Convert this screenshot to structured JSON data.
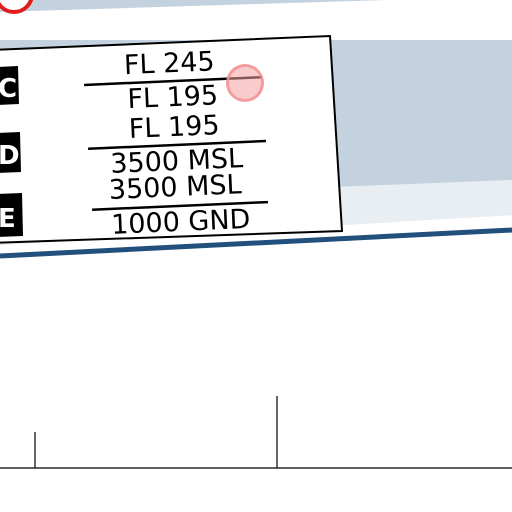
{
  "colors": {
    "band_fill": "#c4d2df",
    "band_light": "#e9eef3",
    "band_border": "#234f7c",
    "frame_fill": "#ffffff",
    "badge_fill": "#000000",
    "selection_ring": "#e01c1c",
    "cursor_ring": "#f3a5a5"
  },
  "airspace_classes": [
    {
      "class": "C",
      "upper_limit": "FL 245",
      "lower_limit": "FL 195"
    },
    {
      "class": "D",
      "upper_limit": "FL 195",
      "lower_limit": "3500 MSL"
    },
    {
      "class": "E",
      "upper_limit": "3500 MSL",
      "lower_limit": "1000 GND"
    }
  ]
}
